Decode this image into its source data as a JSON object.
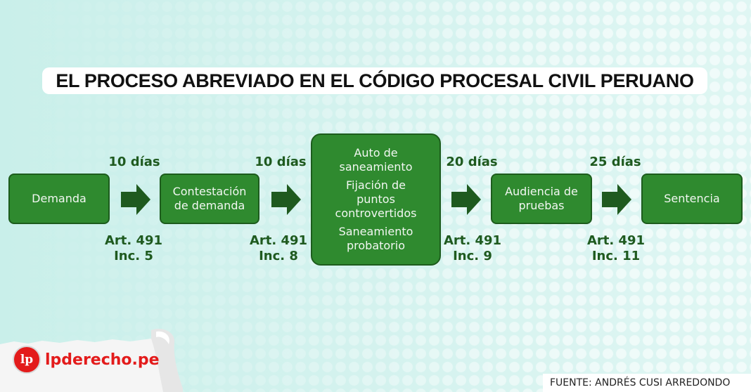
{
  "title": "EL PROCESO ABREVIADO EN EL CÓDIGO PROCESAL CIVIL PERUANO",
  "steps": [
    {
      "lines": [
        "Demanda"
      ]
    },
    {
      "lines": [
        "Contestación",
        "de demanda"
      ]
    },
    {
      "groups": [
        [
          "Auto de",
          "saneamiento"
        ],
        [
          "Fijación de",
          "puntos",
          "controvertidos"
        ],
        [
          "Saneamiento",
          "probatorio"
        ]
      ]
    },
    {
      "lines": [
        "Audiencia de",
        "pruebas"
      ]
    },
    {
      "lines": [
        "Sentencia"
      ]
    }
  ],
  "transitions": [
    {
      "days": "10 días",
      "article": "Art. 491",
      "inciso": "Inc. 5"
    },
    {
      "days": "10 días",
      "article": "Art. 491",
      "inciso": "Inc. 8"
    },
    {
      "days": "20 días",
      "article": "Art. 491",
      "inciso": "Inc. 9"
    },
    {
      "days": "25 días",
      "article": "Art. 491",
      "inciso": "Inc. 11"
    }
  ],
  "logo": {
    "badge": "lp",
    "text": "lpderecho.pe"
  },
  "source": "FUENTE: ANDRÉS CUSI ARREDONDO",
  "colors": {
    "box": "#2f8a2f",
    "box_border": "#1d5c1d",
    "arrow": "#1f5a1f",
    "label": "#1f5a1f",
    "brand": "#e31b1b"
  }
}
